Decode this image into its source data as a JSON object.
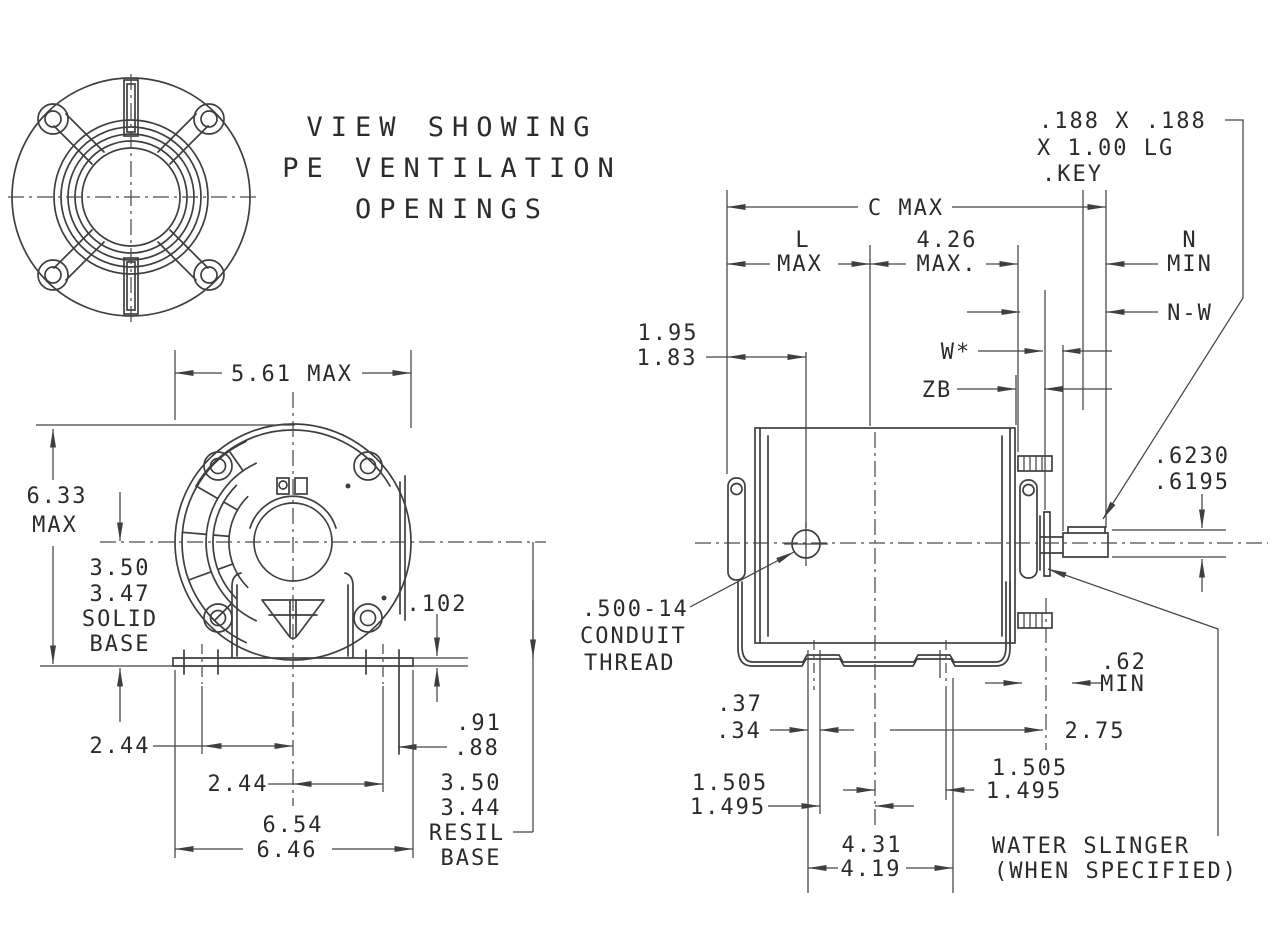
{
  "notes": {
    "view_title": [
      "VIEW SHOWING",
      "PE VENTILATION",
      "OPENINGS"
    ],
    "key_spec": [
      ".188 X .188",
      "X 1.00 LG",
      ".KEY"
    ],
    "conduit": [
      ".500-14",
      "CONDUIT",
      "THREAD"
    ],
    "water_slinger": [
      "WATER SLINGER",
      "(WHEN SPECIFIED)"
    ]
  },
  "dims": {
    "c_max": "C MAX",
    "l": [
      "L",
      "MAX"
    ],
    "len426": [
      "4.26",
      "MAX."
    ],
    "n": [
      "N",
      "MIN"
    ],
    "nw": "N-W",
    "conduit_loc": [
      "1.95",
      "1.83"
    ],
    "w_star": "W*",
    "zb": "ZB",
    "shaft_dia": [
      ".6230",
      ".6195"
    ],
    "width_max": "5.61 MAX",
    "height_max": [
      "6.33",
      "MAX"
    ],
    "solid_base": [
      "3.50",
      "3.47",
      "SOLID",
      "BASE"
    ],
    "resil_base": [
      "3.50",
      "3.44",
      "RESIL",
      "BASE"
    ],
    "pad": ".102",
    "slot_ctr_a": "2.44",
    "slot_ctr_b": "2.44",
    "base_len": [
      "6.54",
      "6.46"
    ],
    "edge": [
      ".91",
      ".88"
    ],
    "slot_w": [
      ".37",
      ".34"
    ],
    "slot_l_left": [
      "1.505",
      "1.495"
    ],
    "slot_l_right": [
      "1.505",
      "1.495"
    ],
    "min62": [
      ".62",
      "MIN"
    ],
    "d275": "2.75",
    "bolt_span": [
      "4.31",
      "4.19"
    ]
  }
}
